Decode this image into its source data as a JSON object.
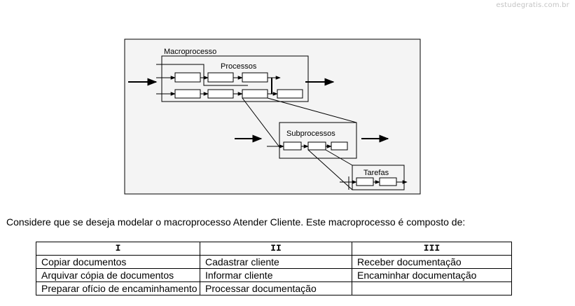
{
  "watermark": "estudegratis.com.br",
  "diagram": {
    "labels": {
      "macroprocesso": "Macroprocesso",
      "processos": "Processos",
      "subprocessos": "Subprocessos",
      "tarefas": "Tarefas"
    }
  },
  "question": "Considere que se deseja modelar o macroprocesso Atender Cliente. Este macroprocesso é composto de:",
  "table": {
    "headers": [
      "I",
      "II",
      "III"
    ],
    "rows": [
      [
        "Copiar documentos",
        "Cadastrar cliente",
        "Receber documentação"
      ],
      [
        "Arquivar cópia de documentos",
        "Informar cliente",
        "Encaminhar documentação"
      ],
      [
        "Preparar ofício de encaminhamento",
        "Processar documentação",
        ""
      ]
    ]
  }
}
